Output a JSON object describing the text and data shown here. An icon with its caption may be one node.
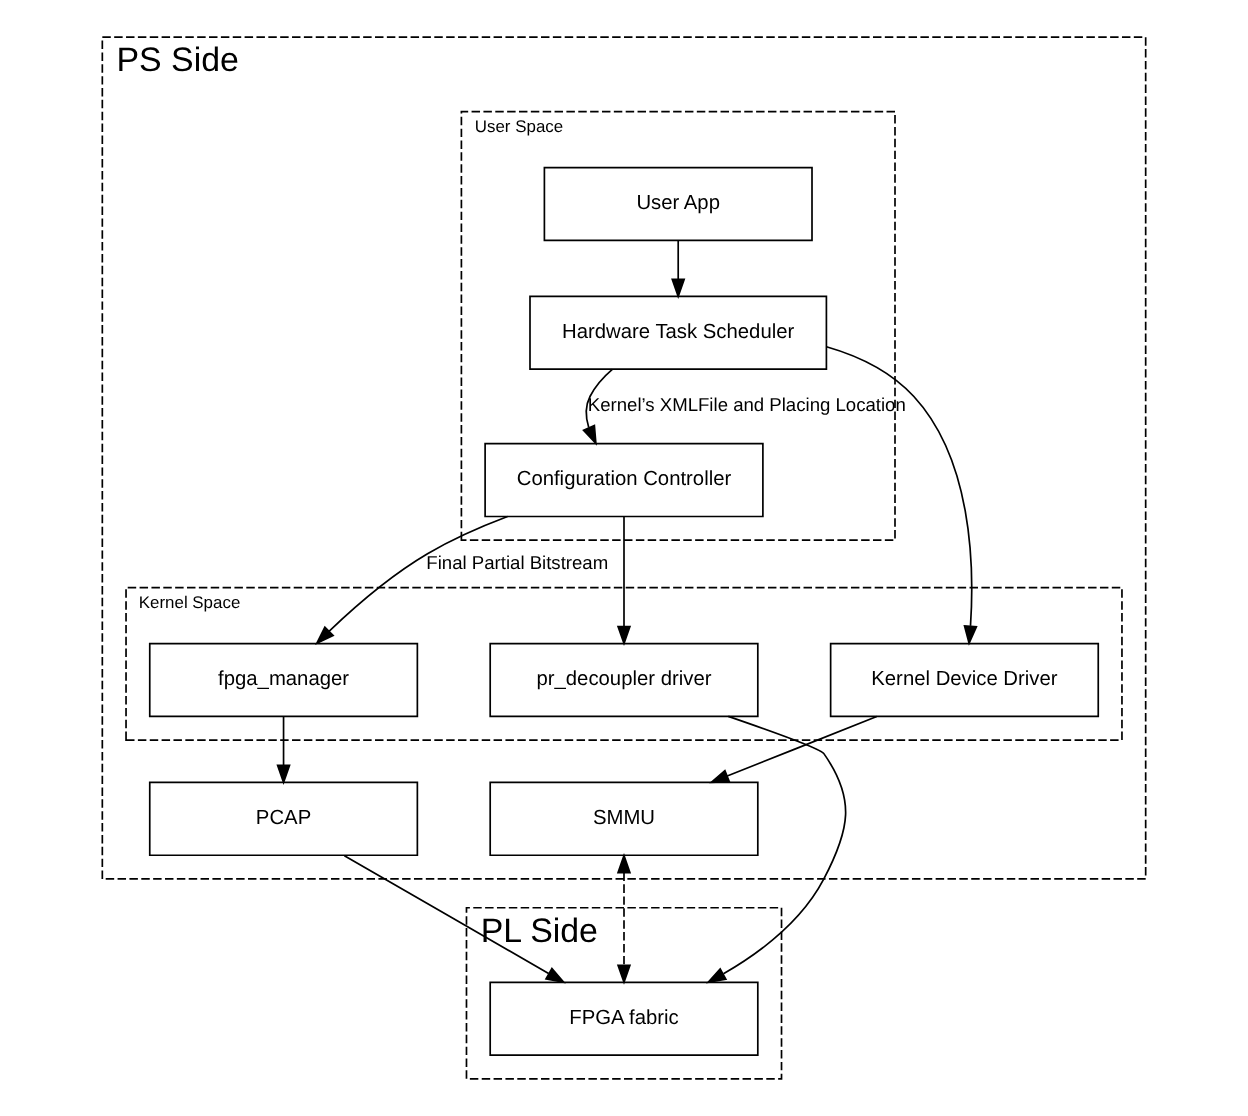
{
  "diagram": {
    "nodes": [
      {
        "text": [
          "PS Side"
        ]
      },
      {
        "text": [
          "User Space"
        ],
        "in": 0
      },
      {
        "text": [
          "User App"
        ],
        "in": 1
      },
      {
        "text": [
          "Hardware Task Scheduler"
        ],
        "in": 1
      },
      {
        "text": [
          "Configuration Controller"
        ],
        "in": 1
      },
      {
        "text": [
          "Kernel Space"
        ],
        "in": 0
      },
      {
        "text": [
          "Kernel Device Driver"
        ],
        "in": 5
      },
      {
        "text": [
          "pr_decoupler driver"
        ],
        "in": 5
      },
      {
        "text": [
          "fpga_manager"
        ],
        "in": 5
      },
      {
        "text": [
          "SMMU"
        ],
        "in": 0
      },
      {
        "text": [
          "PCAP"
        ],
        "in": 0
      },
      {
        "text": [
          "PL Side"
        ]
      },
      {
        "text": [
          "FPGA fabric"
        ],
        "in": 11
      }
    ],
    "edges": [
      {
        "from": 2,
        "to": 3,
        "arrow": "to"
      },
      {
        "from": 3,
        "to": 6,
        "arrow": "to"
      },
      {
        "from": 3,
        "to": 4,
        "arrow": "to",
        "label": "Kernel’s XMLFile and Placing Location"
      },
      {
        "from": 4,
        "to": 7,
        "arrow": "to"
      },
      {
        "from": 4,
        "to": 8,
        "arrow": "to",
        "label": "Final Partial Bitstream"
      },
      {
        "from": 6,
        "to": 9,
        "arrow": "to"
      },
      {
        "from": 8,
        "to": 10,
        "arrow": "to"
      },
      {
        "from": 7,
        "to": 12,
        "arrow": "to"
      },
      {
        "from": 10,
        "to": 12,
        "arrow": "to"
      },
      {
        "from": 9,
        "to": 12,
        "arrow": "both",
        "style": "dashed"
      }
    ]
  }
}
